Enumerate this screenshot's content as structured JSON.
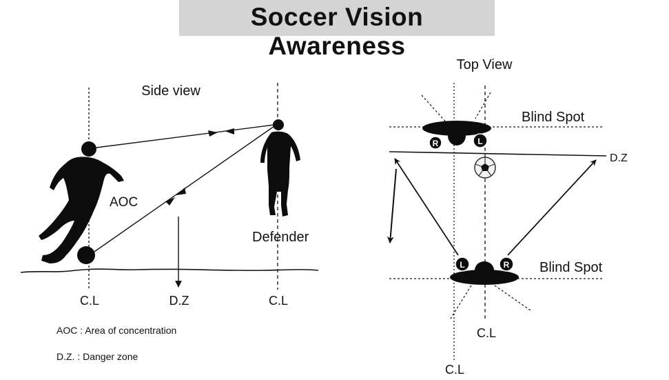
{
  "title": "Soccer Vision Awareness",
  "side_view": {
    "heading": "Side view",
    "aoc_label": "AOC",
    "defender_label": "Defender",
    "cl_left": "C.L",
    "dz_label": "D.Z",
    "cl_right": "C.L"
  },
  "legend": {
    "aoc": "AOC : Area of concentration",
    "dz": "D.Z. : Danger zone"
  },
  "top_view": {
    "heading": "Top View",
    "blind_spot_top": "Blind Spot",
    "blind_spot_bottom": "Blind Spot",
    "dz_label": "D.Z",
    "cl_inner": "C.L",
    "cl_outer": "C.L",
    "badge_r_top": "R",
    "badge_l_top": "L",
    "badge_l_bottom": "L",
    "badge_r_bottom": "R"
  }
}
